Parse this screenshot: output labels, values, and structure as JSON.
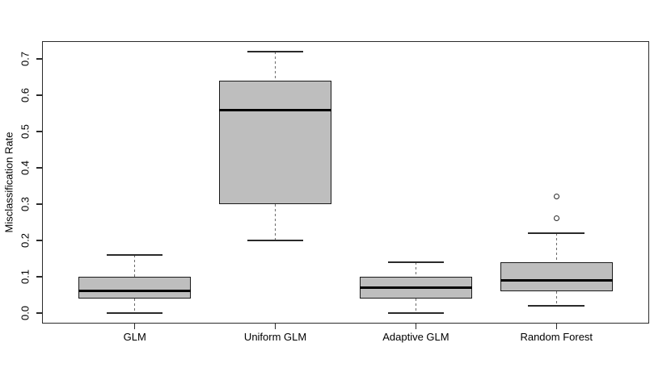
{
  "figure": {
    "background": "#ffffff",
    "text_color": "#000000"
  },
  "chart_data": {
    "type": "boxplot",
    "title": "",
    "xlabel": "",
    "ylabel": "Misclassification Rate",
    "categories": [
      "GLM",
      "Uniform GLM",
      "Adaptive GLM",
      "Random Forest"
    ],
    "x_positions": [
      1,
      2,
      3,
      4
    ],
    "series": [
      {
        "name": "GLM",
        "whisker_low": 0.0,
        "q1": 0.04,
        "median": 0.06,
        "q3": 0.1,
        "whisker_high": 0.16,
        "outliers": []
      },
      {
        "name": "Uniform GLM",
        "whisker_low": 0.2,
        "q1": 0.3,
        "median": 0.56,
        "q3": 0.64,
        "whisker_high": 0.72,
        "outliers": []
      },
      {
        "name": "Adaptive GLM",
        "whisker_low": 0.0,
        "q1": 0.04,
        "median": 0.07,
        "q3": 0.1,
        "whisker_high": 0.14,
        "outliers": []
      },
      {
        "name": "Random Forest",
        "whisker_low": 0.02,
        "q1": 0.06,
        "median": 0.09,
        "q3": 0.14,
        "whisker_high": 0.22,
        "outliers": [
          0.26,
          0.32
        ]
      }
    ],
    "yticks": [
      0.0,
      0.1,
      0.2,
      0.3,
      0.4,
      0.5,
      0.6,
      0.7
    ],
    "ytick_labels": [
      "0.0",
      "0.1",
      "0.2",
      "0.3",
      "0.4",
      "0.5",
      "0.6",
      "0.7"
    ],
    "ylim": [
      -0.029,
      0.749
    ],
    "xlim": [
      0.34,
      4.66
    ],
    "grid": false,
    "legend": "none",
    "box_fill": "#bebebe",
    "box_border": "#1a1a1a",
    "median_color": "#000000",
    "whisker_style": "dashed",
    "box_width_units": 0.8,
    "cap_width_units": 0.4
  }
}
